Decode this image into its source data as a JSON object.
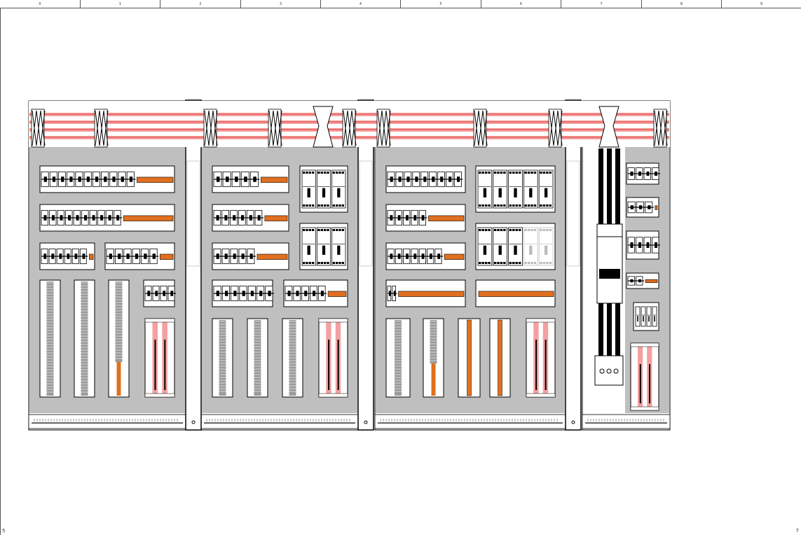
{
  "sheet": {
    "column_labels": [
      "0",
      "1",
      "2",
      "3",
      "4",
      "5",
      "6",
      "7",
      "8",
      "9"
    ],
    "corner_left": "5",
    "corner_right": "7"
  },
  "colors": {
    "enclosure_fill": "#bfbfbf",
    "outline": "#000000",
    "busbar_pink": "#f4a0a0",
    "busbar_red": "#e02020",
    "cable_duct_orange": "#e07020",
    "terminal_gray": "#9a9a9a"
  },
  "icons": [
    "bolt-icon",
    "terminal-icon",
    "lamp-icon"
  ]
}
